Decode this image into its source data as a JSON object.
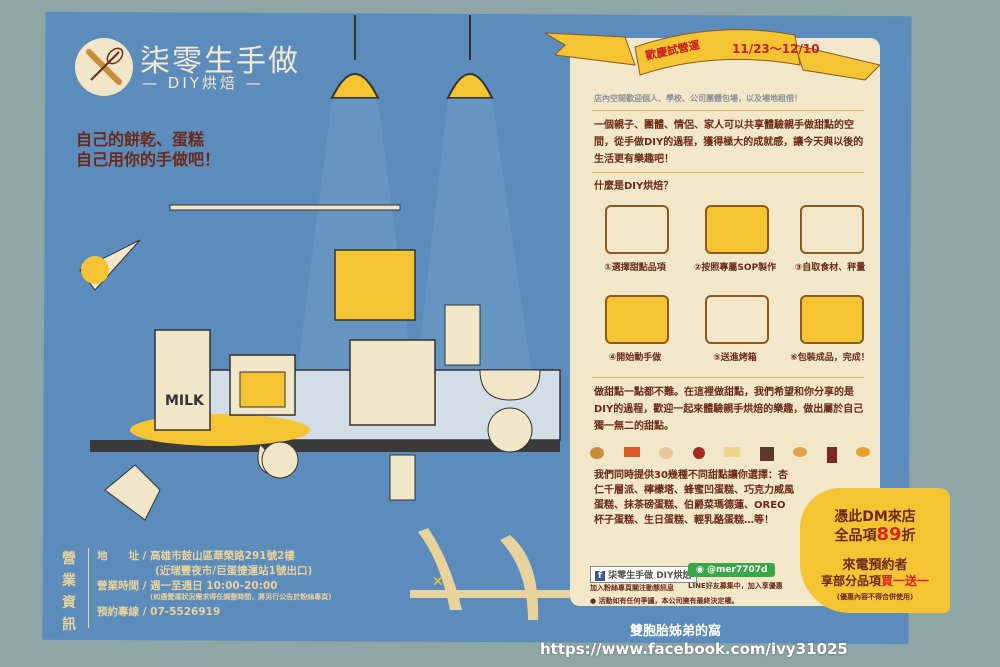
{
  "brand": {
    "name": "柒零生手做",
    "subtitle": "— DIY烘焙 —"
  },
  "slogan": [
    "自己的餅乾、蛋糕",
    "自己用你的手做吧！"
  ],
  "ribbon": {
    "label": "歡慶試營運",
    "dates": "11/23～12/10"
  },
  "intro_note": "店內空間歡迎個人、學校、公司團體包場，以及場地租借！",
  "intro": "一個親子、團體、情侶、家人可以共享體驗親手做甜點的空間，從手做DIY的過程，獲得極大的成就感，讓今天與以後的生活更有樂趣吧！",
  "what_is_title": "什麼是DIY烘焙？",
  "steps": [
    {
      "label": "①選擇甜點品項"
    },
    {
      "label": "②按照專屬SOP製作"
    },
    {
      "label": "③自取食材、秤量"
    },
    {
      "label": "④開始動手做"
    },
    {
      "label": "⑤送進烤箱"
    },
    {
      "label": "⑥包裝成品，完成！"
    }
  ],
  "share_text": "做甜點一點都不難。在這裡做甜點，我們希望和你分享的是DIY的過程，歡迎一起來體驗親手烘焙的樂趣，做出屬於自己獨一無二的甜點。",
  "menu_text": "我們同時提供30幾種不同甜點讓你選擇：杏仁千層派、檸檬塔、蜂蜜凹蛋糕、巧克力威風蛋糕、抹茶磅蛋糕、伯爵菜瑪德蓮、OREO杯子蛋糕、生日蛋糕、輕乳酪蛋糕…等！",
  "social": {
    "facebook_name": "柒零生手做 DIY烘焙",
    "facebook_note": "加入粉絲專頁關注動態訊息",
    "line_id": "@mer7707d",
    "line_note": "LINE好友募集中，加入享優惠"
  },
  "disclaimer": "● 活動如有任何爭議，本公司擁有最終決定權。",
  "promo": {
    "line1": "憑此DM來店",
    "line2a": "全品項",
    "line2b": "89",
    "line2c": "折",
    "line3": "來電預約者",
    "line4a": "享部分品項",
    "line4b": "買一送一",
    "note": "(優惠內容不得合併使用)"
  },
  "business_info": {
    "section_label": "營業資訊",
    "address_label": "地　　址 /",
    "address": "高雄市鼓山區華榮路291號2樓",
    "address_note": "(近瑞豐夜市/巨蛋捷運站1號出口)",
    "hours_label": "營業時間 /",
    "hours": "週一至週日 10:00-20:00",
    "hours_note": "(如遇營運狀況需求得任調整時間，將另行公告於粉絲專頁)",
    "phone_label": "預約專線 /",
    "phone": "07-5526919"
  },
  "illustration": {
    "milk_label": "MILK"
  },
  "watermark": {
    "line1": "雙胞胎姊弟的窩",
    "line2": "https://www.facebook.com/ivy31025"
  },
  "colors": {
    "flyer_blue": "#5b8cbc",
    "panel_cream": "#f3e7c9",
    "accent_yellow": "#f5c433",
    "text_brown": "#6b2a18",
    "promo_red": "#d7261e"
  }
}
